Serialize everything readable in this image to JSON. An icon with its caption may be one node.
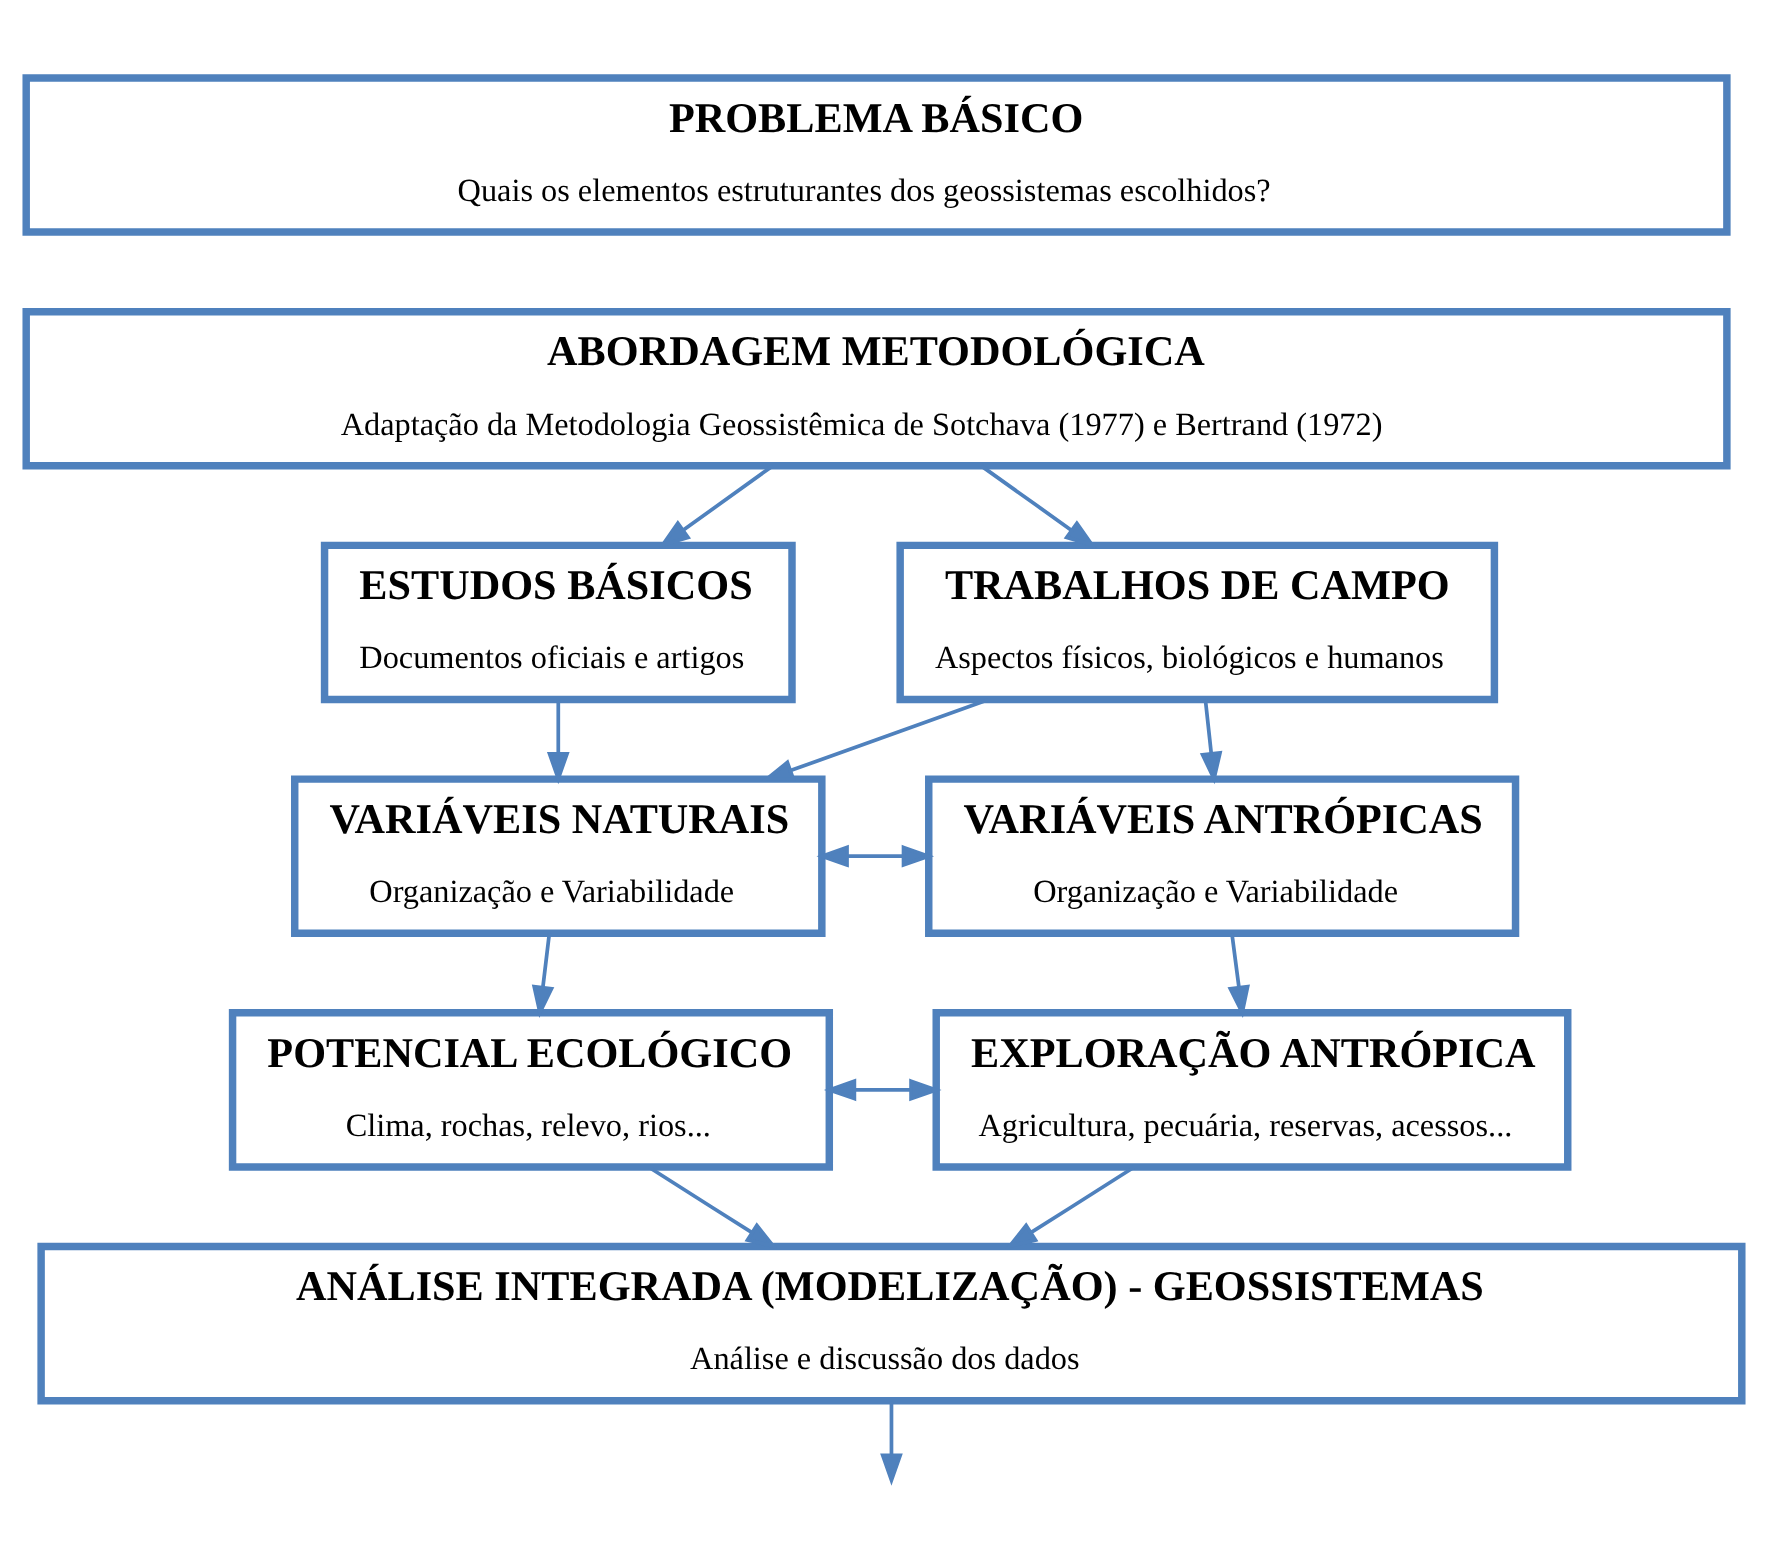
{
  "diagram": {
    "nodes": [
      {
        "text": [
          "PROBLEMA BÁSICO",
          "Quais os elementos estruturantes dos geossistemas escolhidos?"
        ]
      },
      {
        "text": [
          "ABORDAGEM METODOLÓGICA",
          "Adaptação da Metodologia Geossistêmica de Sotchava (1977) e Bertrand (1972)"
        ]
      },
      {
        "text": [
          "ESTUDOS BÁSICOS",
          "Documentos oficiais e artigos"
        ]
      },
      {
        "text": [
          "TRABALHOS DE CAMPO",
          "Aspectos físicos, biológicos e humanos"
        ]
      },
      {
        "text": [
          "VARIÁVEIS NATURAIS",
          "Organização e Variabilidade"
        ]
      },
      {
        "text": [
          "VARIÁVEIS ANTRÓPICAS",
          "Organização e Variabilidade"
        ]
      },
      {
        "text": [
          "POTENCIAL ECOLÓGICO",
          "Clima, rochas, relevo, rios..."
        ]
      },
      {
        "text": [
          "EXPLORAÇÃO ANTRÓPICA",
          "Agricultura, pecuária, reservas, acessos..."
        ]
      },
      {
        "text": [
          "ANÁLISE INTEGRADA (MODELIZAÇÃO) - GEOSSISTEMAS",
          "Análise e discussão dos dados"
        ]
      }
    ],
    "edges": [
      {
        "from": 1,
        "to": 2,
        "arrow": "to"
      },
      {
        "from": 1,
        "to": 3,
        "arrow": "to"
      },
      {
        "from": 2,
        "to": 4,
        "arrow": "to"
      },
      {
        "from": 3,
        "to": 4,
        "arrow": "to"
      },
      {
        "from": 3,
        "to": 5,
        "arrow": "to"
      },
      {
        "from": 4,
        "to": 5,
        "arrow": "both"
      },
      {
        "from": 4,
        "to": 6,
        "arrow": "to"
      },
      {
        "from": 5,
        "to": 7,
        "arrow": "to"
      },
      {
        "from": 6,
        "to": 7,
        "arrow": "both"
      },
      {
        "from": 6,
        "to": 8,
        "arrow": "to"
      },
      {
        "from": 7,
        "to": 8,
        "arrow": "to"
      },
      {
        "from": 8,
        "to": null,
        "arrow": "to"
      }
    ]
  }
}
